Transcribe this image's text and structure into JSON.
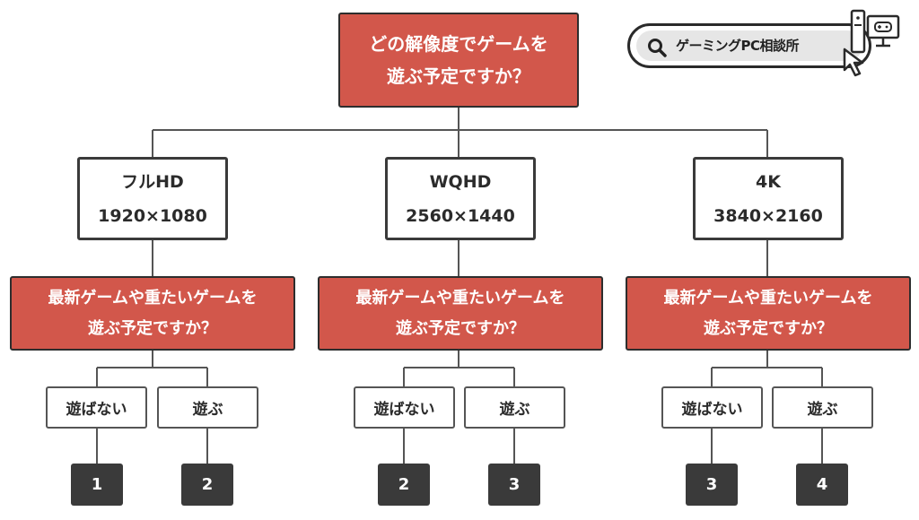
{
  "logo": {
    "text": "ゲーミングPC相談所"
  },
  "root": {
    "line1": "どの解像度でゲームを",
    "line2": "遊ぶ予定ですか？"
  },
  "branches": [
    {
      "resolution_name": "フルHD",
      "resolution_size": "1920×1080",
      "question_line1": "最新ゲームや重たいゲームを",
      "question_line2": "遊ぶ予定ですか？",
      "answers": [
        {
          "label": "遊ばない",
          "result": "1"
        },
        {
          "label": "遊ぶ",
          "result": "2"
        }
      ]
    },
    {
      "resolution_name": "WQHD",
      "resolution_size": "2560×1440",
      "question_line1": "最新ゲームや重たいゲームを",
      "question_line2": "遊ぶ予定ですか？",
      "answers": [
        {
          "label": "遊ばない",
          "result": "2"
        },
        {
          "label": "遊ぶ",
          "result": "3"
        }
      ]
    },
    {
      "resolution_name": "4K",
      "resolution_size": "3840×2160",
      "question_line1": "最新ゲームや重たいゲームを",
      "question_line2": "遊ぶ予定ですか？",
      "answers": [
        {
          "label": "遊ばない",
          "result": "3"
        },
        {
          "label": "遊ぶ",
          "result": "4"
        }
      ]
    }
  ],
  "colors": {
    "question_fill": "#d2574b",
    "result_fill": "#3a3a3a",
    "line": "#555555"
  }
}
